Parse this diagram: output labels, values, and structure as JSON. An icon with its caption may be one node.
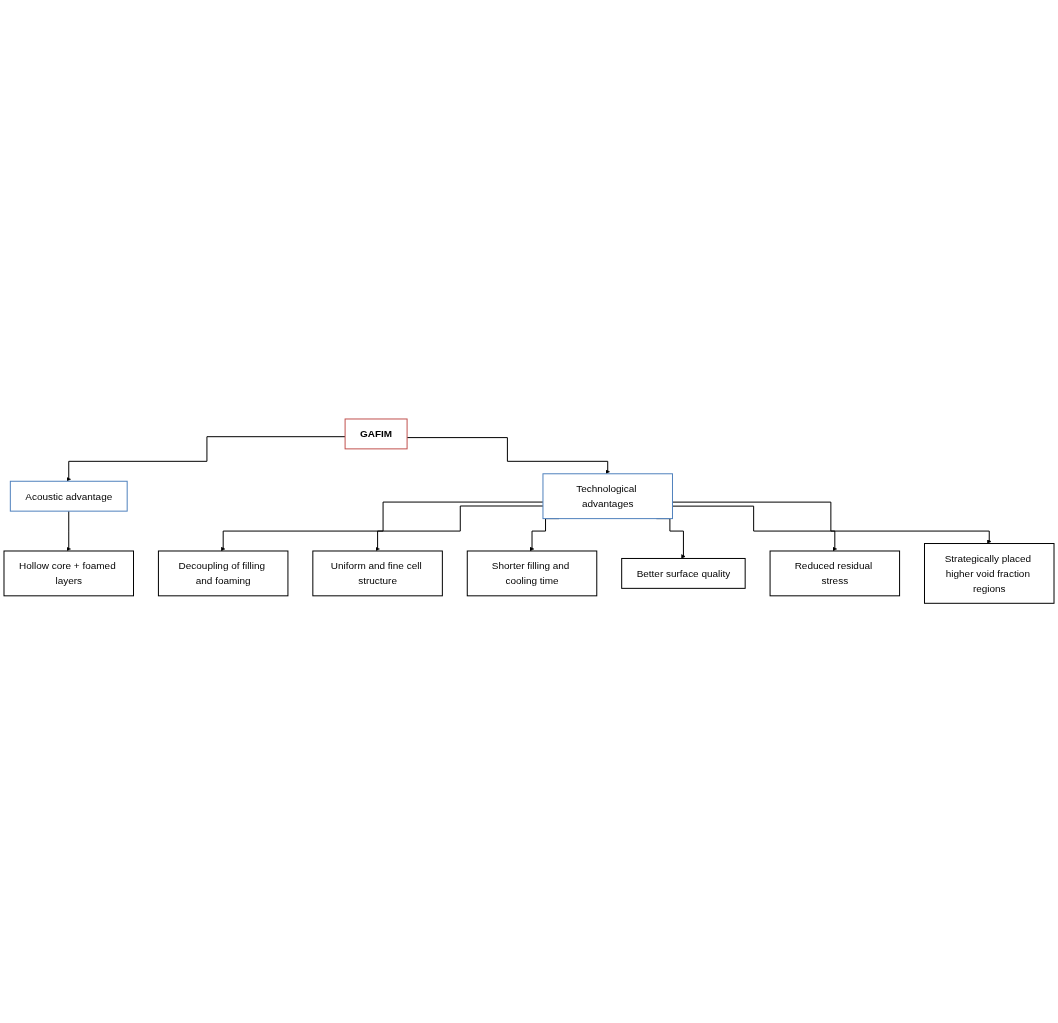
{
  "diagram": {
    "nodes": [
      {
        "text": [
          "GAFIM"
        ]
      },
      {
        "text": [
          "Acoustic advantage"
        ]
      },
      {
        "text": [
          "Technological advantages"
        ]
      },
      {
        "text": [
          "Hollow core + foamed layers"
        ]
      },
      {
        "text": [
          "Decoupling of filling and foaming"
        ]
      },
      {
        "text": [
          "Uniform and fine cell structure"
        ]
      },
      {
        "text": [
          "Shorter filling and cooling time"
        ]
      },
      {
        "text": [
          "Better surface quality"
        ]
      },
      {
        "text": [
          "Reduced residual stress"
        ]
      },
      {
        "text": [
          "Strategically placed higher void fraction regions"
        ]
      }
    ],
    "edges": [
      {
        "from": 0,
        "to": 1,
        "arrow": "to"
      },
      {
        "from": 0,
        "to": 2,
        "arrow": "to"
      },
      {
        "from": 1,
        "to": 3,
        "arrow": "to"
      },
      {
        "from": 2,
        "to": 4,
        "arrow": "to"
      },
      {
        "from": 2,
        "to": 5,
        "arrow": "to"
      },
      {
        "from": 2,
        "to": 6,
        "arrow": "to"
      },
      {
        "from": 2,
        "to": 7,
        "arrow": "to"
      },
      {
        "from": 2,
        "to": 8,
        "arrow": "to"
      },
      {
        "from": 2,
        "to": 9,
        "arrow": "to"
      }
    ]
  }
}
